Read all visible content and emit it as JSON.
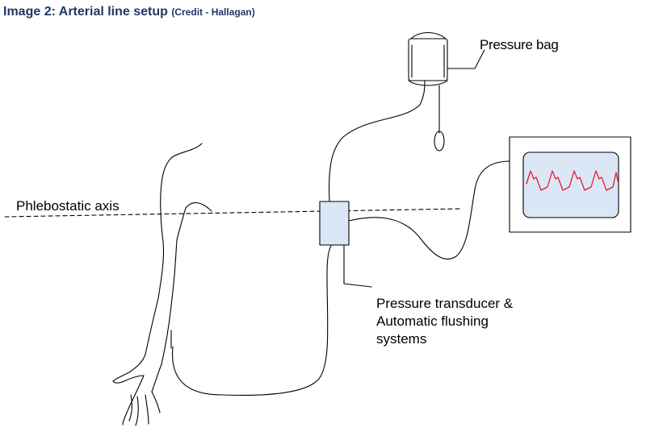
{
  "title": {
    "main": "Image 2: Arterial line setup",
    "credit": "(Credit - Hallagan)"
  },
  "labels": {
    "pressure_bag": "Pressure bag",
    "phlebostatic_axis": "Phlebostatic axis",
    "transducer_line1": "Pressure transducer &",
    "transducer_line2": "Automatic flushing",
    "transducer_line3": "systems"
  },
  "colors": {
    "title": "#1f3864",
    "transducer_fill": "#dbe7f7",
    "monitor_screen_fill": "#dbe7f7",
    "waveform": "#e8192c",
    "line": "#000000"
  }
}
